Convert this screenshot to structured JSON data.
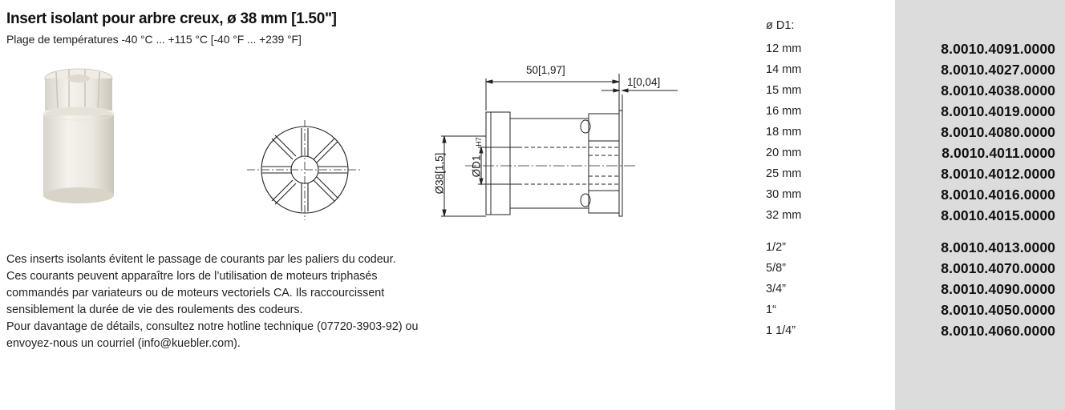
{
  "header": {
    "title": "Insert isolant pour arbre creux, ø 38 mm [1.50\"]",
    "subtitle": "Plage de températures -40 °C ... +115 °C [-40 °F ... +239 °F]"
  },
  "drawing": {
    "dim_length": "50[1,97]",
    "dim_flange": "1[0,04]",
    "dim_outer_diameter": "Ø38[1,5]",
    "dim_bore": "ØD1",
    "bore_tolerance": "H7"
  },
  "description": {
    "lines": [
      "Ces inserts isolants évitent le passage de courants par les paliers du codeur.",
      "Ces courants peuvent apparaître lors de l’utilisation de moteurs triphasés",
      "commandés par variateurs ou de moteurs vectoriels CA. Ils raccourcissent",
      "sensiblement la durée de vie des roulements des codeurs.",
      "Pour davantage de détails, consultez notre hotline technique (07720-3903-92) ou",
      "envoyez-nous un courriel (info@kuebler.com)."
    ]
  },
  "table": {
    "size_label": "ø D1:",
    "metric": [
      {
        "size": "12 mm",
        "code": "8.0010.4091.0000"
      },
      {
        "size": "14 mm",
        "code": "8.0010.4027.0000"
      },
      {
        "size": "15 mm",
        "code": "8.0010.4038.0000"
      },
      {
        "size": "16 mm",
        "code": "8.0010.4019.0000"
      },
      {
        "size": "18 mm",
        "code": "8.0010.4080.0000"
      },
      {
        "size": "20 mm",
        "code": "8.0010.4011.0000"
      },
      {
        "size": "25 mm",
        "code": "8.0010.4012.0000"
      },
      {
        "size": "30 mm",
        "code": "8.0010.4016.0000"
      },
      {
        "size": "32 mm",
        "code": "8.0010.4015.0000"
      }
    ],
    "imperial": [
      {
        "size": "1/2”",
        "code": "8.0010.4013.0000"
      },
      {
        "size": "5/8”",
        "code": "8.0010.4070.0000"
      },
      {
        "size": "3/4”",
        "code": "8.0010.4090.0000"
      },
      {
        "size": "1“",
        "code": "8.0010.4050.0000"
      },
      {
        "size": "1 1/4”",
        "code": "8.0010.4060.0000"
      }
    ]
  },
  "colors": {
    "sidebar_bg": "#dcdcdc",
    "insert_plastic": "#efece4"
  }
}
